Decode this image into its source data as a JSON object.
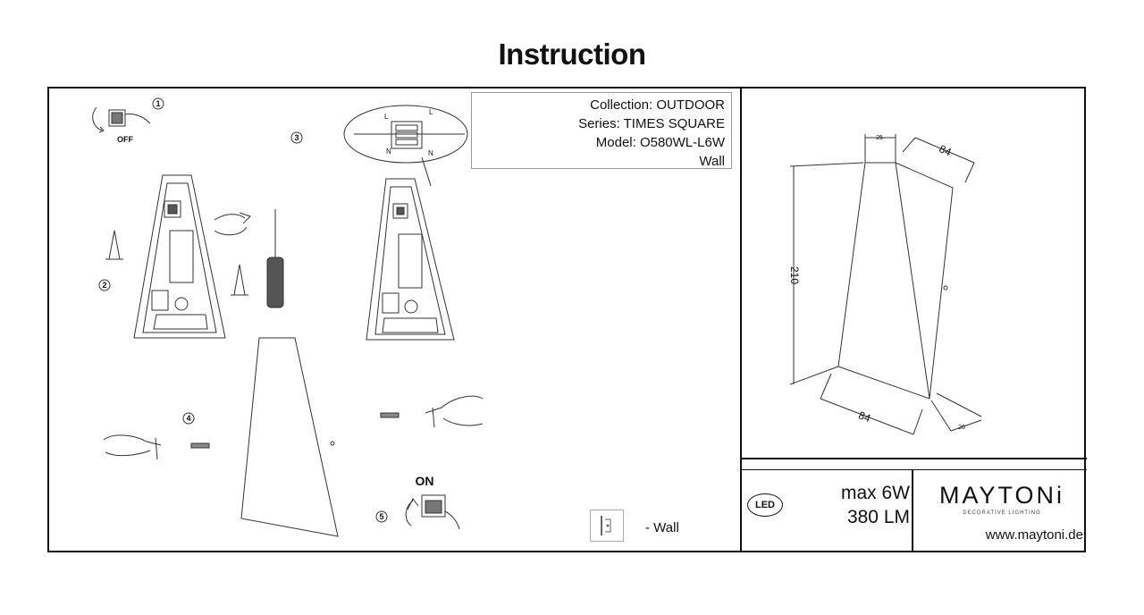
{
  "title": "Instruction",
  "info": {
    "collection": "Collection: OUTDOOR",
    "series": "Series: TIMES SQUARE",
    "model": "Model: O580WL-L6W",
    "mount": "Wall"
  },
  "steps": [
    "1",
    "2",
    "3",
    "4",
    "5"
  ],
  "labels": {
    "off": "OFF",
    "on": "ON",
    "wire_l": "L",
    "wire_n": "N"
  },
  "dimensions": {
    "top_depth": "25",
    "top_width": "84",
    "height": "210",
    "bottom_width": "84",
    "bottom_depth": "26"
  },
  "specs": {
    "power": "max 6W",
    "lumens": "380 LM",
    "led": "LED"
  },
  "brand": {
    "name": "MAYTONi",
    "tagline": "DECORATIVE LIGHTING",
    "website": "www.maytoni.de"
  },
  "legend": {
    "wall_label": "- Wall"
  },
  "icons": [
    "switch-off-icon",
    "screwdriver-icon",
    "screw-icon",
    "rotate-arrow-icon",
    "terminal-block-icon",
    "hand-icon",
    "switch-on-icon",
    "wall-mount-icon"
  ]
}
